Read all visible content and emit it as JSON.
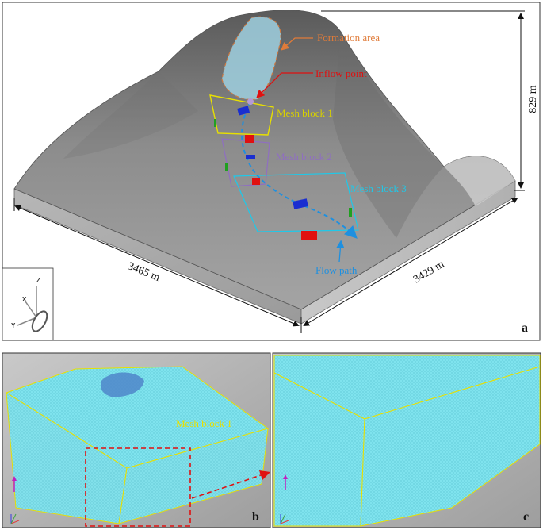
{
  "panel_a": {
    "panel_label": "a",
    "labels": {
      "formation_area": "Formation area",
      "inflow_point": "Inflow point",
      "mesh_block_1": "Mesh block 1",
      "mesh_block_2": "Mesh block 2",
      "mesh_block_3": "Mesh block 3",
      "flow_path": "Flow path"
    },
    "dimensions": {
      "length_x": "3465 m",
      "length_y": "3429 m",
      "height": "829 m"
    },
    "axes": {
      "z": "Z",
      "x": "X",
      "y": "Y"
    }
  },
  "panel_b": {
    "panel_label": "b",
    "mesh_label": "Mesh block 1"
  },
  "panel_c": {
    "panel_label": "c"
  },
  "colors": {
    "formation_area": "#e07b39",
    "inflow_point": "#e01010",
    "mesh_block_1": "#e8e000",
    "mesh_block_2": "#8f6fc0",
    "mesh_block_3": "#20c8e8",
    "flow_path": "#1e90e0",
    "mesh_fill": "#7fe3ee"
  }
}
